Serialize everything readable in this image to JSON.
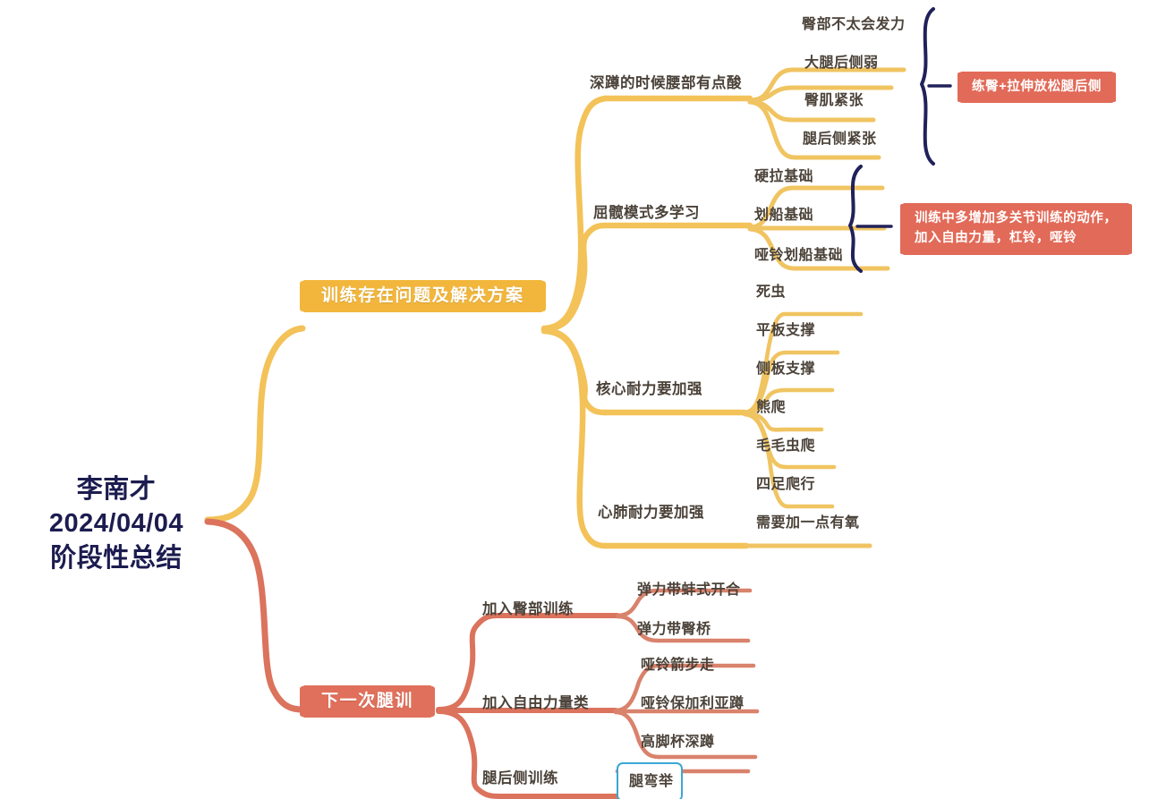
{
  "title": "训练存在问题及解决方案 思维导图",
  "colors": {
    "gold": "#F2B63C",
    "gold_line": "#F3C258",
    "red": "#E0705B",
    "red_line": "#D9715C",
    "navy": "#1c1c50",
    "brace": "#21215A",
    "label_text": "#4b4239",
    "selection": "#3BA7D4",
    "background": "#FFFFFF"
  },
  "root": {
    "line1": "李南才",
    "line2": "2024/04/04",
    "line3": "阶段性总结"
  },
  "branches": [
    {
      "id": "problems",
      "title": "训练存在问题及解决方案",
      "color": "gold",
      "children": [
        {
          "label": "深蹲的时候腰部有点酸",
          "leaves": [
            "臀部不太会发力",
            "大腿后侧弱",
            "臀肌紧张",
            "腿后侧紧张"
          ],
          "callout": "练臀+拉伸放松腿后侧"
        },
        {
          "label": "屈髋模式多学习",
          "leaves": [
            "硬拉基础",
            "划船基础",
            "哑铃划船基础"
          ],
          "callout_line1": "训练中多增加多关节训练的动作，",
          "callout_line2": "加入自由力量，杠铃，哑铃"
        },
        {
          "label": "核心耐力要加强",
          "leaves": [
            "死虫",
            "平板支撑",
            "侧板支撑",
            "熊爬",
            "毛毛虫爬",
            "四足爬行"
          ]
        },
        {
          "label": "心肺耐力要加强",
          "leaves": [
            "需要加一点有氧"
          ]
        }
      ]
    },
    {
      "id": "next-leg-day",
      "title": "下一次腿训",
      "color": "red",
      "children": [
        {
          "label": "加入臀部训练",
          "leaves": [
            "弹力带蚌式开合",
            "弹力带臀桥"
          ]
        },
        {
          "label": "加入自由力量类",
          "leaves": [
            "哑铃箭步走",
            "哑铃保加利亚蹲",
            "高脚杯深蹲"
          ]
        },
        {
          "label": "腿后侧训练",
          "leaves": [
            "腿弯举"
          ],
          "selected_leaf": "腿弯举"
        }
      ]
    }
  ]
}
